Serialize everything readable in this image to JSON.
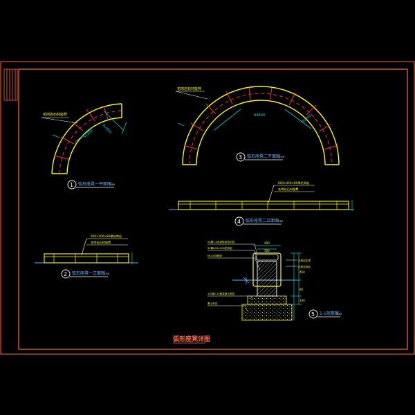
{
  "sheet": {
    "title": "弧形座凳详图",
    "colors": {
      "background": "#000000",
      "frame": "#ff6a3a",
      "stone": "#ffff00",
      "joint": "#ff3030",
      "dim": "#00d0d0",
      "label_line": "#ffffff",
      "caption": "#5ab4ff",
      "callout_circle": "#ffffff",
      "small_text": "#ffff00"
    }
  },
  "views": [
    {
      "id": "1",
      "caption": "弧形座凳一平面图",
      "scale": "1:50"
    },
    {
      "id": "2",
      "caption": "弧形座凳一立面图",
      "scale": "1:50"
    },
    {
      "id": "3",
      "caption": "弧形座凳二平面图",
      "scale": "1:50"
    },
    {
      "id": "4",
      "caption": "弧形座凳二立面图",
      "scale": "1:50"
    },
    {
      "id": "5",
      "caption": "1-1剖面图",
      "scale": "1:20"
    }
  ],
  "notes": {
    "v1_top": "花岗岩石材座凳",
    "v1_dim_a": "R2800",
    "v1_dim_b": "R3200",
    "v3_top": "花岗岩石材座凳",
    "v3_dim_a": "R4800",
    "v3_dim_b": "R5200",
    "v4_top1": "600×400×80厚花岗岩",
    "v4_top2": "花岗岩石材座凳",
    "v2_top1": "600×400×80厚花岗岩",
    "v2_top2": "花岗岩石材座凳",
    "sec_l1": "20厚1:3水泥砂浆找平层",
    "sec_l2": "30厚600×400花岗岩",
    "sec_l3": "MU10砖砌体",
    "sec_l4": "100厚C15素混凝土垫层",
    "sec_l5": "素土夯实",
    "sec_r1": "花岗岩压顶",
    "sec_r2": "外贴花岗岩",
    "sec_dim_top": "400",
    "sec_dim_in": "300",
    "sec_dim_h1": "450",
    "sec_dim_h2": "80",
    "sec_dim_h3": "100"
  }
}
